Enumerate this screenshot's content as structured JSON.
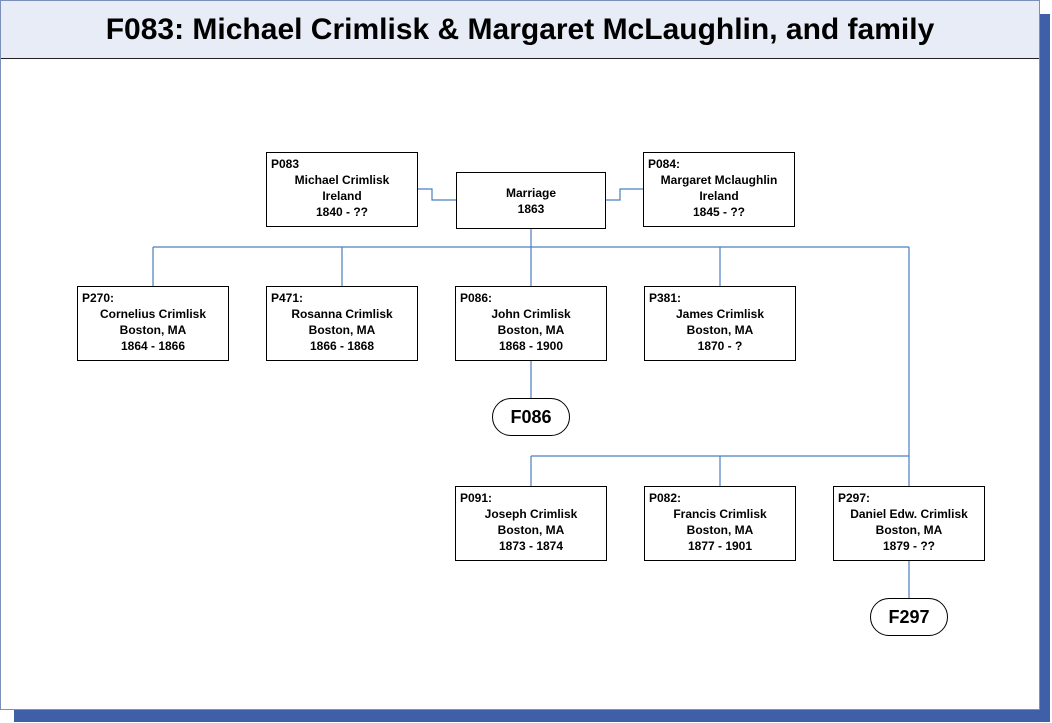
{
  "title": "F083: Michael Crimlisk & Margaret McLaughlin, and family",
  "marriage": {
    "label": "Marriage",
    "year": "1863"
  },
  "parents": [
    {
      "id": "P083",
      "name": "Michael Crimlisk",
      "place": "Ireland",
      "dates": "1840 - ??"
    },
    {
      "id": "P084:",
      "name": "Margaret Mclaughlin",
      "place": "Ireland",
      "dates": "1845 - ??"
    }
  ],
  "children": [
    {
      "id": "P270:",
      "name": "Cornelius Crimlisk",
      "place": "Boston, MA",
      "dates": "1864 - 1866"
    },
    {
      "id": "P471:",
      "name": "Rosanna Crimlisk",
      "place": "Boston, MA",
      "dates": "1866 - 1868"
    },
    {
      "id": "P086:",
      "name": "John Crimlisk",
      "place": "Boston, MA",
      "dates": "1868 - 1900"
    },
    {
      "id": "P381:",
      "name": "James Crimlisk",
      "place": "Boston, MA",
      "dates": "1870 - ?"
    },
    {
      "id": "P091:",
      "name": "Joseph Crimlisk",
      "place": "Boston, MA",
      "dates": "1873 - 1874"
    },
    {
      "id": "P082:",
      "name": "Francis Crimlisk",
      "place": "Boston, MA",
      "dates": "1877  - 1901"
    },
    {
      "id": "P297:",
      "name": "Daniel Edw. Crimlisk",
      "place": "Boston, MA",
      "dates": "1879  - ??"
    }
  ],
  "family_links": [
    {
      "label": "F086"
    },
    {
      "label": "F297"
    }
  ],
  "colors": {
    "connector": "#4a7fbf",
    "header_bg": "#e7ecf6",
    "shadow": "#3f5fa8"
  }
}
